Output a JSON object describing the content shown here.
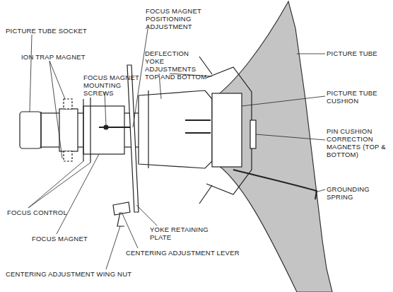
{
  "diagram": {
    "labels": [
      "PICTURE TUBE SOCKET",
      "ION TRAP MAGNET",
      "FOCUS MAGNET MOUNTING SCREWS",
      "FOCUS MAGNET POSITIONING ADJUSTMENT",
      "DEFLECTION YOKE ADJUSTMENTS TOP AND BOTTOM",
      "PICTURE TUBE",
      "PICTURE TUBE CUSHION",
      "PIN CUSHION CORRECTION MAGNETS (TOP & BOTTOM)",
      "GROUNDING SPRING",
      "FOCUS CONTROL",
      "FOCUS MAGNET",
      "YOKE RETAINING PLATE",
      "CENTERING ADJUSTMENT LEVER",
      "CENTERING ADJUSTMENT WING NUT"
    ]
  }
}
